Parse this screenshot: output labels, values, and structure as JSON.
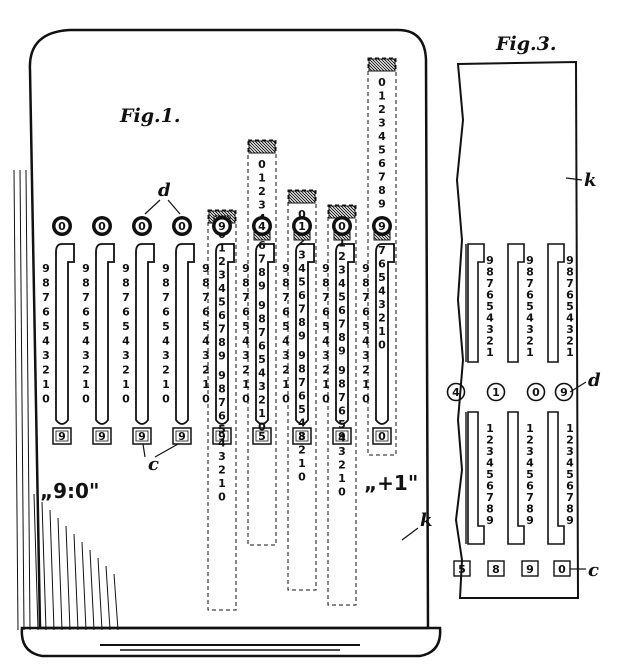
{
  "fig1": {
    "title": "Fig.1.",
    "label_d": "d",
    "label_c": "c",
    "label_k": "k",
    "annotation_left": "„9:0\"",
    "annotation_right": "„+1\"",
    "scale_digits": [
      "9",
      "8",
      "7",
      "6",
      "5",
      "4",
      "3",
      "2",
      "1",
      "0"
    ],
    "knob_values": [
      "0",
      "0",
      "0",
      "0",
      "9",
      "4",
      "1",
      "0",
      "9"
    ],
    "window_values": [
      "9",
      "9",
      "9",
      "9",
      "9",
      "5",
      "8",
      "9",
      "0"
    ],
    "strip_up_digits": [
      "0",
      "1",
      "2",
      "3",
      "4",
      "5",
      "6",
      "7",
      "8",
      "9"
    ],
    "strip_down_digits": [
      "9",
      "8",
      "7",
      "6",
      "5",
      "4",
      "3",
      "2",
      "1",
      "0"
    ]
  },
  "fig3": {
    "title": "Fig.3.",
    "label_k": "k",
    "label_d": "d",
    "label_c": "c",
    "upper_scale_digits": [
      "9",
      "8",
      "7",
      "6",
      "5",
      "4",
      "3",
      "2",
      "1"
    ],
    "lower_scale_digits": [
      "1",
      "2",
      "3",
      "4",
      "5",
      "6",
      "7",
      "8",
      "9"
    ],
    "knob_values": [
      "4",
      "1",
      "0",
      "9"
    ],
    "window_values": [
      "5",
      "8",
      "9",
      "0"
    ]
  },
  "colors": {
    "ink": "#111111",
    "paper": "#ffffff"
  }
}
